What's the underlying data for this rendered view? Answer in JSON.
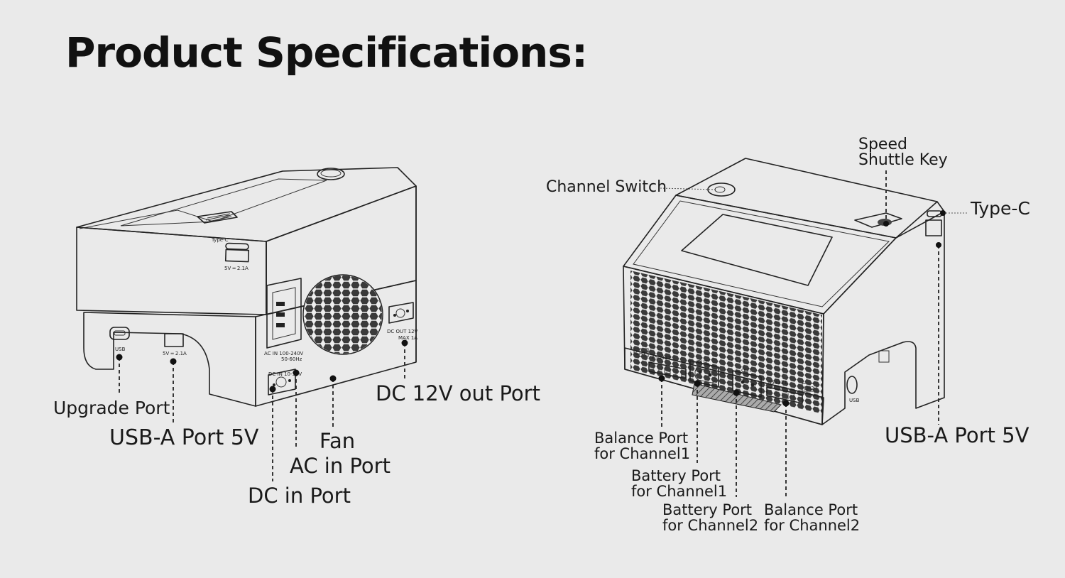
{
  "title": "Product Specifications:",
  "left_view": {
    "callouts": {
      "upgrade_port": "Upgrade Port",
      "usb_a_port": "USB-A Port 5V",
      "fan": "Fan",
      "ac_in_port": "AC in Port",
      "dc_in_port": "DC in Port",
      "dc_out_port": "DC 12V out Port"
    },
    "device_markings": {
      "type_c": "Type-C",
      "usb_rating_top": "5V ═ 2.1A",
      "usb_label": "USB",
      "usb_rating_side": "5V ═ 2.1A",
      "ac_in_line1": "AC IN 100-240V",
      "ac_in_line2": "50-60Hz",
      "dc_in": "DC IN 10-30V",
      "dc_out_line1": "DC OUT 12V",
      "dc_out_line2": "MAX 1A"
    }
  },
  "right_view": {
    "callouts": {
      "speed_shuttle_key_line1": "Speed",
      "speed_shuttle_key_line2": "Shuttle Key",
      "channel_switch": "Channel Switch",
      "type_c": "Type-C",
      "usb_a_port": "USB-A Port 5V",
      "balance_ch1_line1": "Balance Port",
      "balance_ch1_line2": "for Channel1",
      "battery_ch1_line1": "Battery Port",
      "battery_ch1_line2": "for Channel1",
      "battery_ch2_line1": "Battery Port",
      "battery_ch2_line2": "for Channel2",
      "balance_ch2_line1": "Balance Port",
      "balance_ch2_line2": "for Channel2"
    },
    "device_markings": {
      "ch1": "CH1",
      "ch2": "CH2",
      "pins_ch1": "654321",
      "pins_ch2": "654321",
      "out_ch1": "OUT",
      "out_ch2": "OUT",
      "usb_label": "USB"
    }
  }
}
